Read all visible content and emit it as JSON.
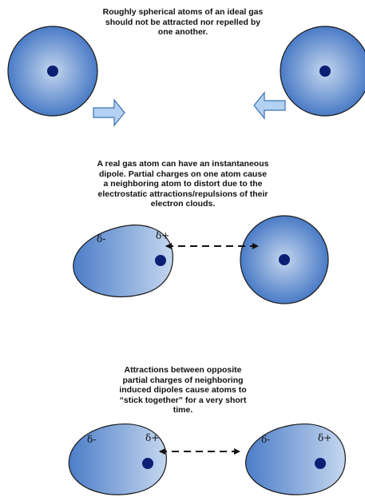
{
  "captions": {
    "ideal": "Roughly spherical atoms of an ideal gas\nshould not be attracted nor repelled by\none another.",
    "real": "A real gas atom can have an instantaneous\ndipole. Partial charges on one atom cause\na neighboring atom to distort due to the\nelectrostatic attractions/repulsions of their\nelectron clouds.",
    "attraction": "Attractions between opposite\npartial charges of neighboring\ninduced dipoles cause atoms to\n“stick together” for a very short\ntime."
  },
  "charges": {
    "negative": "δ-",
    "positive": "δ+"
  },
  "colors": {
    "cloud_light": "#c2d4ec",
    "cloud_dark": "#4a7bc6",
    "nucleus": "#0b1f75",
    "arrow_fill": "#b3d1f2",
    "arrow_stroke": "#3d6fb3",
    "outline": "#1a1a1a"
  }
}
